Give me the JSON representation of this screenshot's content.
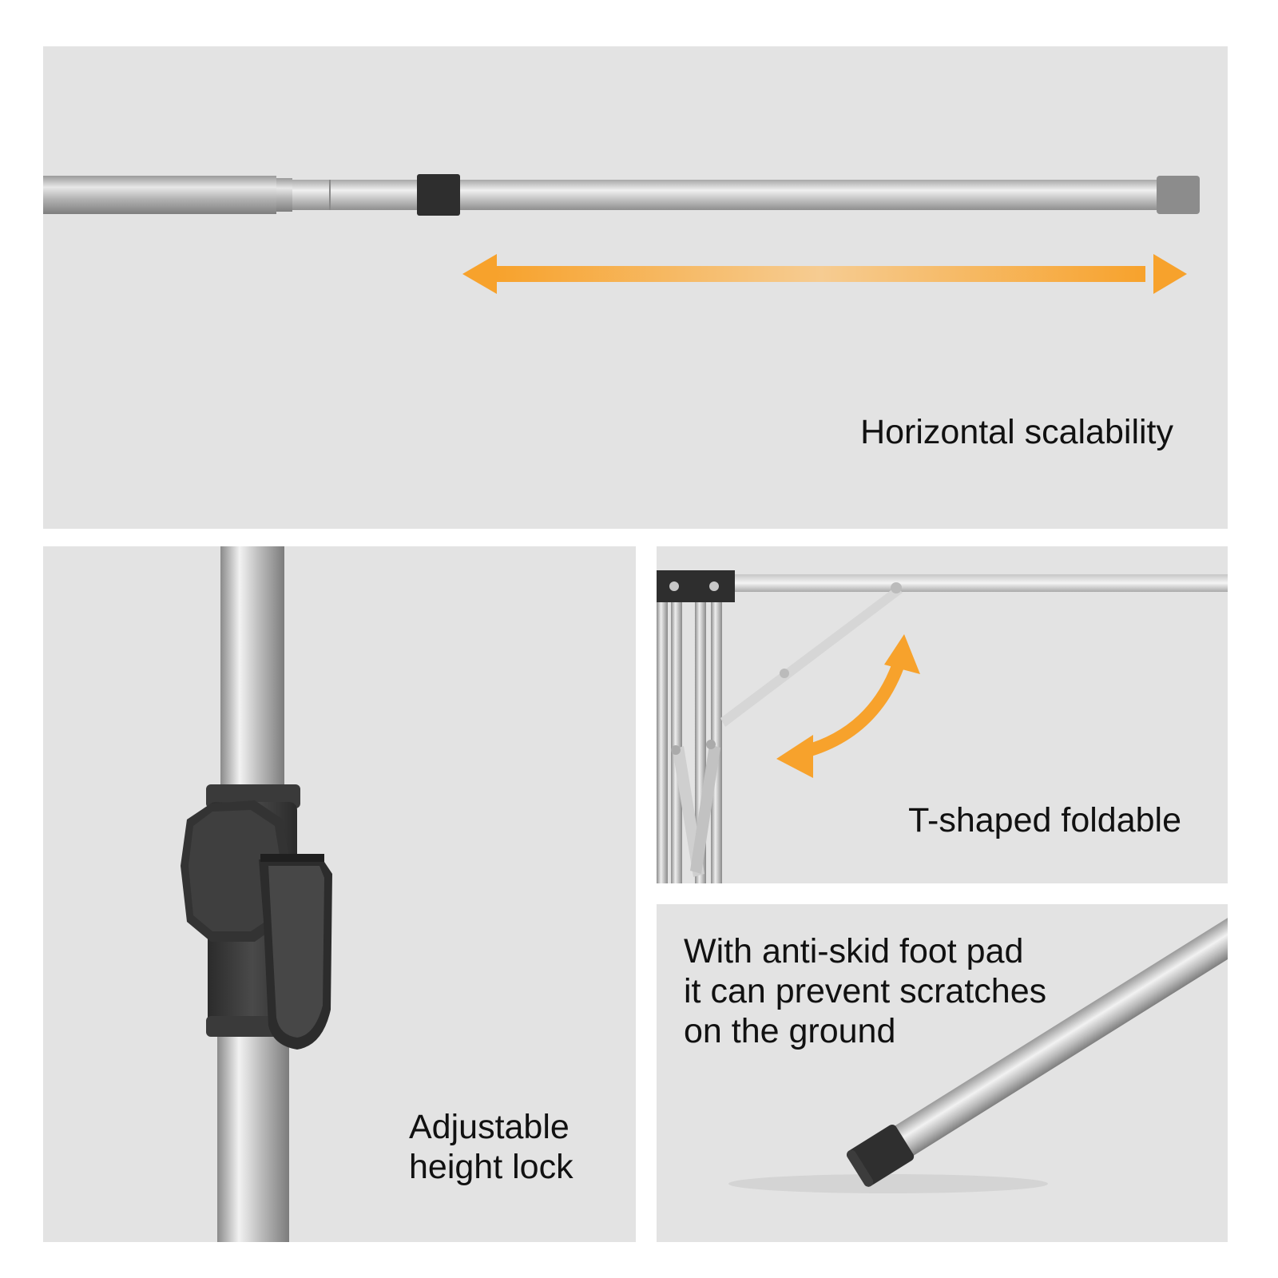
{
  "panels": {
    "horizontal": {
      "caption": "Horizontal scalability"
    },
    "height_lock": {
      "caption_lines": [
        "Adjustable",
        "height lock"
      ]
    },
    "foldable": {
      "caption": "T-shaped foldable"
    },
    "foot_pad": {
      "caption_lines": [
        "With anti-skid foot pad",
        "it can prevent scratches",
        "on the ground"
      ]
    }
  },
  "colors": {
    "panel_bg": "#e3e3e3",
    "arrow_accent": "#f7a22c",
    "caption_text": "#111111",
    "plastic_dark": "#3a3a3a"
  },
  "icons": [
    "double-arrow-horizontal-icon",
    "curved-double-arrow-icon"
  ]
}
